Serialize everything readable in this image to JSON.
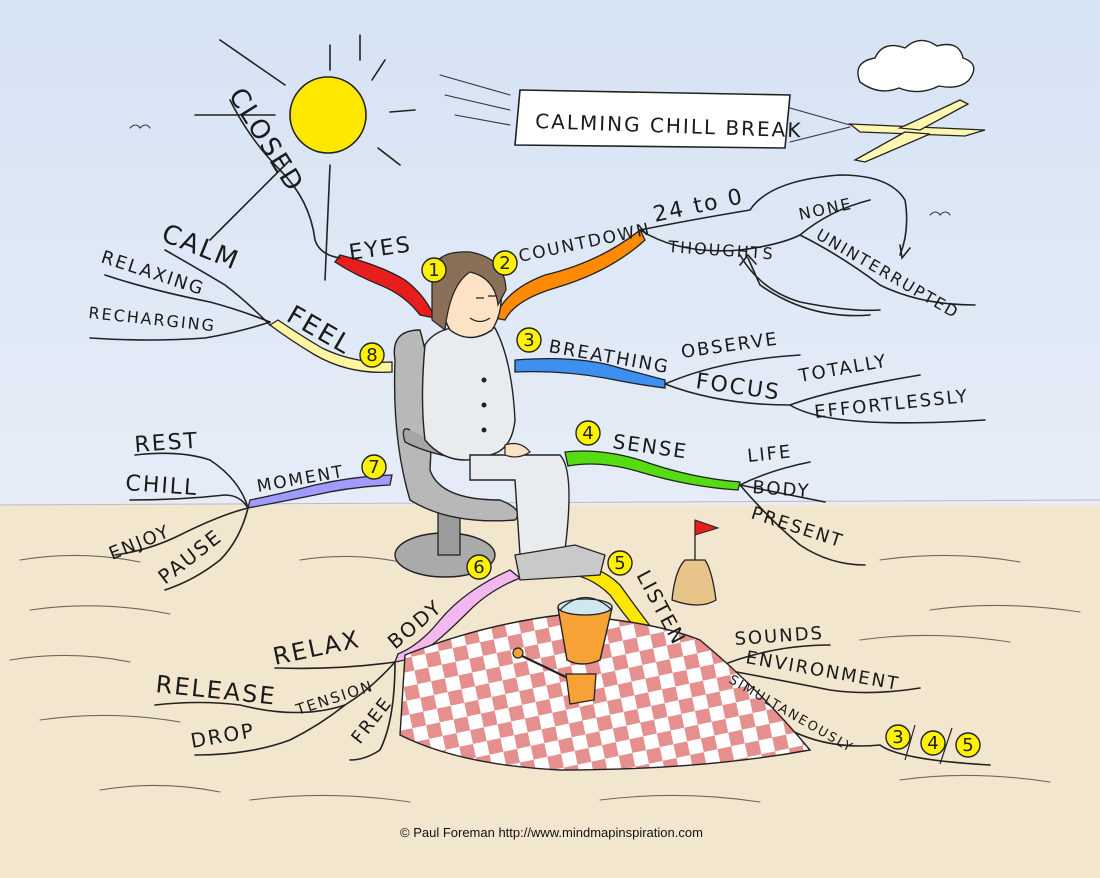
{
  "title": "CALMING CHILL BREAK",
  "center": "",
  "branches": [
    {
      "number": "1",
      "label": "EYES",
      "color": "#e81e1e",
      "words": [
        "CLOSED"
      ]
    },
    {
      "number": "2",
      "label": "COUNTDOWN",
      "color": "#ff8a00",
      "words": [
        "24 to 0",
        "THOUGHTS",
        "NONE",
        "UNINTERRUPTED"
      ]
    },
    {
      "number": "3",
      "label": "BREATHING",
      "color": "#3d8ff0",
      "words": [
        "OBSERVE",
        "FOCUS",
        "TOTALLY",
        "EFFORTLESSLY"
      ]
    },
    {
      "number": "4",
      "label": "SENSE",
      "color": "#55dd11",
      "words": [
        "LIFE",
        "BODY",
        "PRESENT"
      ]
    },
    {
      "number": "5",
      "label": "LISTEN",
      "color": "#ffe600",
      "words": [
        "SOUNDS",
        "ENVIRONMENT",
        "SIMULTANEOUSLY"
      ]
    },
    {
      "number": "6",
      "label": "BODY",
      "color": "#f4b8f0",
      "words": [
        "RELAX",
        "TENSION",
        "RELEASE",
        "DROP",
        "FREE"
      ]
    },
    {
      "number": "7",
      "label": "MOMENT",
      "color": "#9f9bff",
      "words": [
        "REST",
        "CHILL",
        "ENJOY",
        "PAUSE"
      ]
    },
    {
      "number": "8",
      "label": "FEEL",
      "color": "#fff5a0",
      "words": [
        "CALM",
        "RELAXING",
        "RECHARGING"
      ]
    }
  ],
  "combo_numbers": [
    "3",
    "4",
    "5"
  ],
  "credit": "© Paul Foreman http://www.mindmapinspiration.com",
  "colors": {
    "sky": "#dce7f5",
    "sand": "#f3e6cf",
    "sun": "#ffe800",
    "blanket": "#e48a8a"
  }
}
